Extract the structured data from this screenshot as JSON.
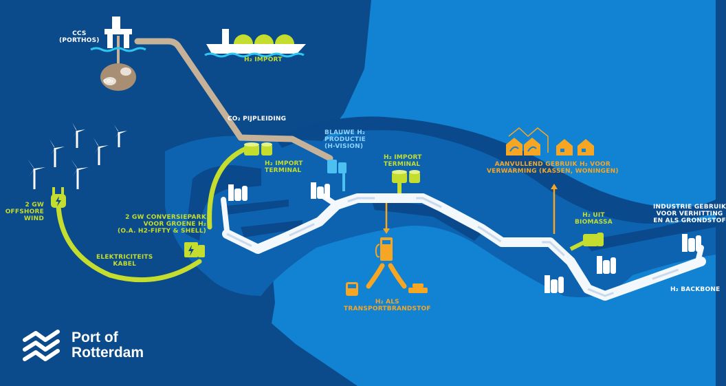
{
  "colors": {
    "sea": "#0b4a8b",
    "land_water": "#1282d2",
    "harbor": "#0d63b0",
    "pipe_white": "#f3f8fd",
    "co2_pipe": "#c6b299",
    "lime": "#c5dd2e",
    "orange": "#f6a623",
    "sky_label": "#8fd3ff"
  },
  "labels": {
    "ccs": "CCS\n(PORTHOS)",
    "co2_symbol": "CO₂",
    "h2_import_ship": "H₂ IMPORT",
    "co2_pipeline": "CO₂ PIJPLEIDING",
    "blue_h2": "BLAUWE H₂\nPRODUCTIE\n(H-VISION)",
    "h2_import_terminal_1": "H₂ IMPORT\nTERMINAL",
    "h2_import_terminal_2": "H₂ IMPORT\nTERMINAL",
    "offshore_wind": "2 GW\nOFFSHORE\nWIND",
    "conversion_park": "2 GW CONVERSIEPARK\nVOOR GROENE H₂\n(O.A. H2-FIFTY & SHELL)",
    "electricity_cable": "ELEKTRICITEITS\nKABEL",
    "transport_fuel": "H₂ ALS\nTRANSPORTBRANDSTOF",
    "heating": "AANVULLEND GEBRUIK H₂ VOOR\nVERWARMING (KASSEN, WONINGEN)",
    "biomass": "H₂ UIT\nBIOMASSA",
    "industry": "INDUSTRIE GEBRUIK\nVOOR VERHITTING\nEN ALS GRONDSTOF",
    "backbone": "H₂ BACKBONE"
  },
  "logo": {
    "line1": "Port of",
    "line2": "Rotterdam"
  },
  "icons": [
    "offshore-platform-icon",
    "co2-reservoir-icon",
    "lng-ship-icon",
    "wind-turbine-icon",
    "power-plug-icon",
    "storage-tank-icon",
    "electrolyser-icon",
    "refinery-icon",
    "fuel-pump-icon",
    "truck-icon",
    "ship-icon",
    "greenhouse-icon",
    "house-icon",
    "biomass-plant-icon",
    "port-of-rotterdam-logo-icon"
  ]
}
